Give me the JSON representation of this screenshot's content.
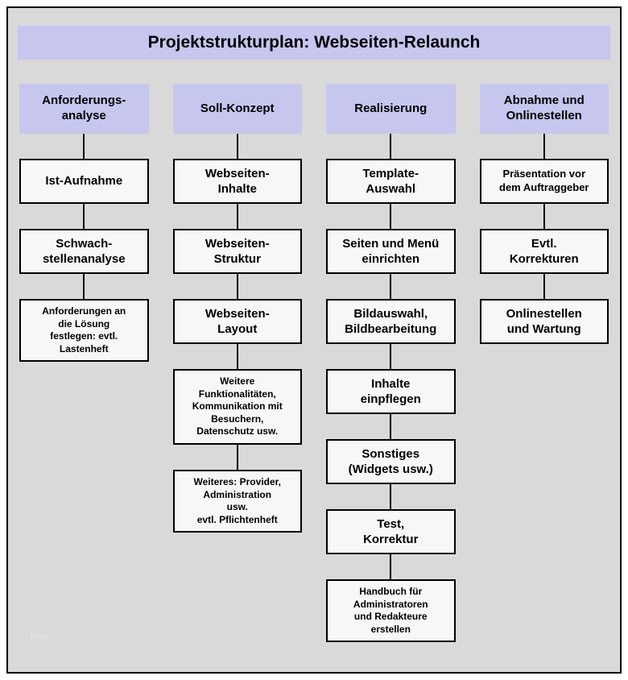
{
  "title": "Projektstrukturplan: Webseiten-Relaunch",
  "watermark": "blog",
  "colors": {
    "header_bg": "#c6c6ee",
    "box_bg": "#f7f7f7",
    "canvas_bg": "#d9d9d9",
    "border": "#000000"
  },
  "columns": [
    {
      "header": "Anforderungs-\nanalyse",
      "items": [
        {
          "label": "Ist-Aufnahme",
          "size": "normal"
        },
        {
          "label": "Schwach-\nstellenanalyse",
          "size": "normal"
        },
        {
          "label": "Anforderungen an\ndie Lösung\nfestlegen: evtl.\nLastenheft",
          "size": "small"
        }
      ]
    },
    {
      "header": "Soll-Konzept",
      "items": [
        {
          "label": "Webseiten-\nInhalte",
          "size": "normal"
        },
        {
          "label": "Webseiten-\nStruktur",
          "size": "normal"
        },
        {
          "label": "Webseiten-\nLayout",
          "size": "normal"
        },
        {
          "label": "Weitere\nFunktionalitäten,\nKommunikation mit\nBesuchern,\nDatenschutz usw.",
          "size": "small"
        },
        {
          "label": "Weiteres: Provider,\nAdministration\nusw.\nevtl. Pflichtenheft",
          "size": "small"
        }
      ]
    },
    {
      "header": "Realisierung",
      "items": [
        {
          "label": "Template-\nAuswahl",
          "size": "normal"
        },
        {
          "label": "Seiten und Menü\neinrichten",
          "size": "normal"
        },
        {
          "label": "Bildauswahl,\nBildbearbeitung",
          "size": "normal"
        },
        {
          "label": "Inhalte\neinpflegen",
          "size": "normal"
        },
        {
          "label": "Sonstiges\n(Widgets usw.)",
          "size": "normal"
        },
        {
          "label": "Test,\nKorrektur",
          "size": "normal"
        },
        {
          "label": "Handbuch für\nAdministratoren\nund Redakteure\nerstellen",
          "size": "small"
        }
      ]
    },
    {
      "header": "Abnahme und\nOnlinestellen",
      "items": [
        {
          "label": "Präsentation vor\ndem Auftraggeber",
          "size": "medium"
        },
        {
          "label": "Evtl.\nKorrekturen",
          "size": "normal"
        },
        {
          "label": "Onlinestellen\nund Wartung",
          "size": "normal"
        }
      ]
    }
  ]
}
